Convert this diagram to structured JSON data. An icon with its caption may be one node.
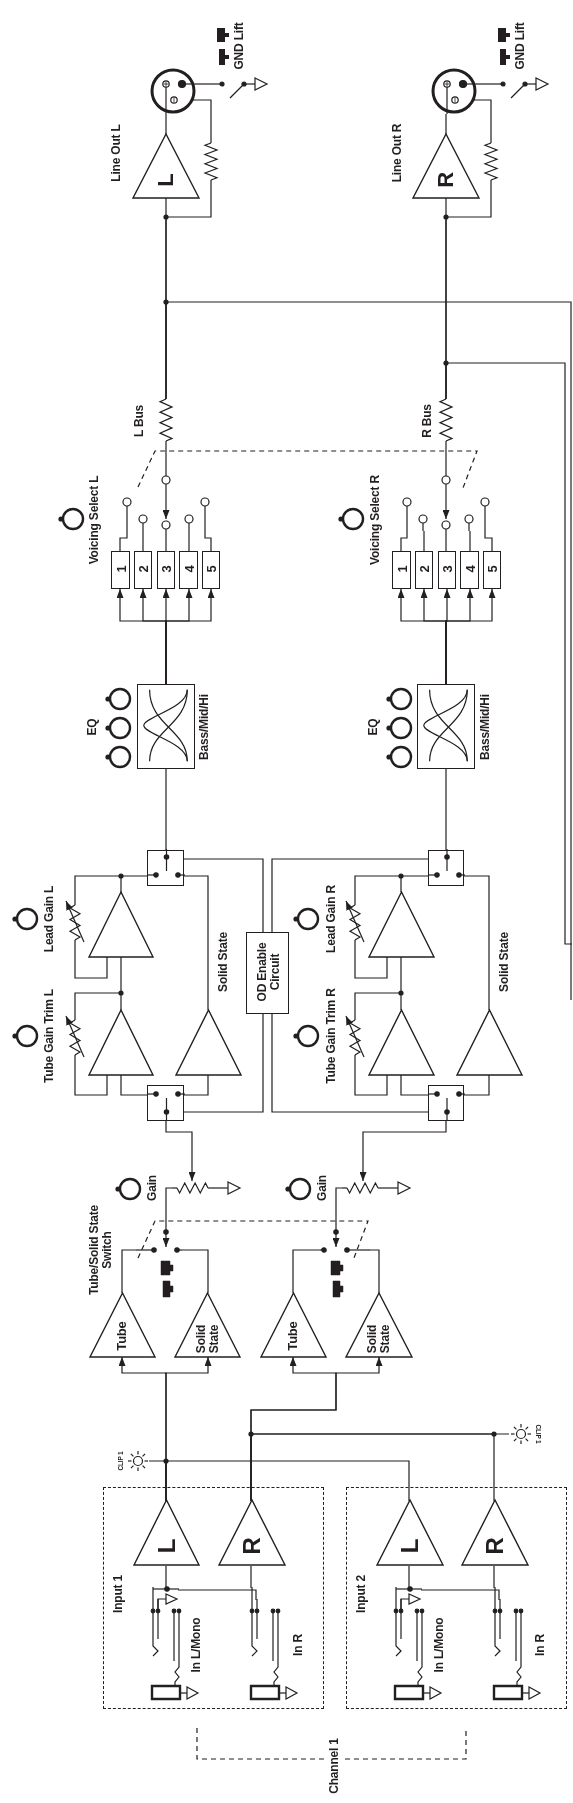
{
  "diagram": {
    "nodes": [
      {
        "text": [
          "Input 1"
        ]
      },
      {
        "text": [
          "L"
        ],
        "in": 0
      },
      {
        "text": [
          "R"
        ],
        "in": 0
      },
      {
        "text": [
          "In L/Mono"
        ],
        "in": 0
      },
      {
        "text": [
          "In R"
        ],
        "in": 0
      },
      {
        "text": [
          "Input 2"
        ]
      },
      {
        "text": [
          "L"
        ],
        "in": 5
      },
      {
        "text": [
          "R"
        ],
        "in": 5
      },
      {
        "text": [
          "In L/Mono"
        ],
        "in": 5
      },
      {
        "text": [
          "In R"
        ],
        "in": 5
      },
      {
        "text": [
          "CLIP 1"
        ]
      },
      {
        "text": [
          "CLIP 1"
        ]
      },
      {
        "text": [
          "Tube"
        ]
      },
      {
        "text": [
          "Solid State"
        ]
      },
      {
        "text": [
          "Tube"
        ]
      },
      {
        "text": [
          "Solid State"
        ]
      },
      {
        "text": [],
        "shape": "switch"
      },
      {
        "text": [],
        "shape": "switch"
      },
      {
        "text": [],
        "shape": "resistor",
        "beside": [
          "Gain"
        ]
      },
      {
        "text": [],
        "shape": "resistor",
        "beside": [
          "Gain"
        ]
      },
      {
        "text": [],
        "shape": "box"
      },
      {
        "text": [],
        "shape": "triangle",
        "beside": [
          "Tube Gain Trim L"
        ]
      },
      {
        "text": [],
        "shape": "triangle",
        "beside": [
          "Lead Gain L"
        ]
      },
      {
        "text": [],
        "shape": "triangle",
        "beside": [
          "Solid State"
        ]
      },
      {
        "text": [],
        "shape": "box"
      },
      {
        "text": [
          "OD Enable Circuit"
        ]
      },
      {
        "text": [],
        "shape": "box"
      },
      {
        "text": [],
        "shape": "triangle",
        "beside": [
          "Tube Gain Trim R"
        ]
      },
      {
        "text": [],
        "shape": "triangle",
        "beside": [
          "Lead Gain R"
        ]
      },
      {
        "text": [],
        "shape": "triangle",
        "beside": [
          "Solid State"
        ]
      },
      {
        "text": [],
        "shape": "box"
      },
      {
        "text": [],
        "shape": "box",
        "beside": [
          "EQ",
          "Bass/Mid/Hi"
        ]
      },
      {
        "text": [],
        "shape": "box",
        "beside": [
          "EQ",
          "Bass/Mid/Hi"
        ]
      },
      {
        "text": [
          "1"
        ]
      },
      {
        "text": [
          "2"
        ]
      },
      {
        "text": [
          "3"
        ]
      },
      {
        "text": [
          "4"
        ]
      },
      {
        "text": [
          "5"
        ]
      },
      {
        "text": [],
        "shape": "switch"
      },
      {
        "text": [
          "1"
        ]
      },
      {
        "text": [
          "2"
        ]
      },
      {
        "text": [
          "3"
        ]
      },
      {
        "text": [
          "4"
        ]
      },
      {
        "text": [
          "5"
        ]
      },
      {
        "text": [],
        "shape": "switch"
      },
      {
        "text": [],
        "shape": "resistor",
        "beside": [
          "L Bus"
        ]
      },
      {
        "text": [],
        "shape": "resistor",
        "beside": [
          "R Bus"
        ]
      },
      {
        "text": [
          "L"
        ],
        "beside": [
          "Line Out L"
        ]
      },
      {
        "text": [
          "R"
        ],
        "beside": [
          "Line Out R"
        ]
      },
      {
        "text": [],
        "shape": "circle"
      },
      {
        "text": [],
        "shape": "circle"
      },
      {
        "text": [],
        "shape": "switch",
        "beside": [
          "GND Lift"
        ]
      },
      {
        "text": [],
        "shape": "switch",
        "beside": [
          "GND Lift"
        ]
      },
      {
        "text": [],
        "shape": "resistor"
      },
      {
        "text": [],
        "shape": "resistor"
      }
    ],
    "edges": [
      {
        "from": 3,
        "to": 1,
        "arrow": "none"
      },
      {
        "from": 4,
        "to": 2,
        "arrow": "none"
      },
      {
        "from": 8,
        "to": 6,
        "arrow": "none"
      },
      {
        "from": 9,
        "to": 7,
        "arrow": "none"
      },
      {
        "from": 1,
        "to": 10,
        "arrow": "none"
      },
      {
        "from": 1,
        "to": 6,
        "arrow": "none"
      },
      {
        "from": 2,
        "to": 11,
        "arrow": "none"
      },
      {
        "from": 2,
        "to": 7,
        "arrow": "none"
      },
      {
        "from": 1,
        "to": 12,
        "arrow": "to"
      },
      {
        "from": 1,
        "to": 13,
        "arrow": "to"
      },
      {
        "from": 2,
        "to": 14,
        "arrow": "to"
      },
      {
        "from": 2,
        "to": 15,
        "arrow": "to"
      },
      {
        "from": 12,
        "to": 16,
        "arrow": "none"
      },
      {
        "from": 13,
        "to": 16,
        "arrow": "none"
      },
      {
        "from": 14,
        "to": 17,
        "arrow": "none"
      },
      {
        "from": 15,
        "to": 17,
        "arrow": "none"
      },
      {
        "from": 16,
        "to": 18,
        "arrow": "none"
      },
      {
        "from": 17,
        "to": 19,
        "arrow": "none"
      },
      {
        "from": 20,
        "to": 18,
        "arrow": "to"
      },
      {
        "from": 26,
        "to": 19,
        "arrow": "to"
      },
      {
        "from": 20,
        "to": 21,
        "arrow": "none"
      },
      {
        "from": 20,
        "to": 23,
        "arrow": "none"
      },
      {
        "from": 21,
        "to": 22,
        "arrow": "none"
      },
      {
        "from": 22,
        "to": 24,
        "arrow": "none"
      },
      {
        "from": 23,
        "to": 24,
        "arrow": "none"
      },
      {
        "from": 24,
        "to": 25,
        "arrow": "none"
      },
      {
        "from": 25,
        "to": 20,
        "arrow": "none"
      },
      {
        "from": 25,
        "to": 30,
        "arrow": "none"
      },
      {
        "from": 25,
        "to": 26,
        "arrow": "none"
      },
      {
        "from": 26,
        "to": 27,
        "arrow": "none"
      },
      {
        "from": 26,
        "to": 29,
        "arrow": "none"
      },
      {
        "from": 27,
        "to": 28,
        "arrow": "none"
      },
      {
        "from": 28,
        "to": 30,
        "arrow": "none"
      },
      {
        "from": 29,
        "to": 30,
        "arrow": "none"
      },
      {
        "from": 24,
        "to": 31,
        "arrow": "none"
      },
      {
        "from": 30,
        "to": 32,
        "arrow": "none"
      },
      {
        "from": 31,
        "to": 33,
        "arrow": "to"
      },
      {
        "from": 31,
        "to": 34,
        "arrow": "to"
      },
      {
        "from": 31,
        "to": 35,
        "arrow": "to"
      },
      {
        "from": 31,
        "to": 36,
        "arrow": "to"
      },
      {
        "from": 31,
        "to": 37,
        "arrow": "to"
      },
      {
        "from": 32,
        "to": 39,
        "arrow": "to"
      },
      {
        "from": 32,
        "to": 40,
        "arrow": "to"
      },
      {
        "from": 32,
        "to": 41,
        "arrow": "to"
      },
      {
        "from": 32,
        "to": 42,
        "arrow": "to"
      },
      {
        "from": 32,
        "to": 43,
        "arrow": "to"
      },
      {
        "from": 33,
        "to": 38,
        "arrow": "none"
      },
      {
        "from": 34,
        "to": 38,
        "arrow": "none"
      },
      {
        "from": 35,
        "to": 38,
        "arrow": "none"
      },
      {
        "from": 36,
        "to": 38,
        "arrow": "none"
      },
      {
        "from": 37,
        "to": 38,
        "arrow": "none"
      },
      {
        "from": 39,
        "to": 44,
        "arrow": "none"
      },
      {
        "from": 40,
        "to": 44,
        "arrow": "none"
      },
      {
        "from": 41,
        "to": 44,
        "arrow": "none"
      },
      {
        "from": 42,
        "to": 44,
        "arrow": "none"
      },
      {
        "from": 43,
        "to": 44,
        "arrow": "none"
      },
      {
        "from": 38,
        "to": 45,
        "arrow": "none"
      },
      {
        "from": 44,
        "to": 46,
        "arrow": "none"
      },
      {
        "from": 45,
        "to": 47,
        "arrow": "none"
      },
      {
        "from": 46,
        "to": 48,
        "arrow": "none"
      },
      {
        "from": 47,
        "to": 49,
        "arrow": "none"
      },
      {
        "from": 48,
        "to": 50,
        "arrow": "none"
      },
      {
        "from": 49,
        "to": 51,
        "arrow": "none"
      },
      {
        "from": 50,
        "to": 52,
        "arrow": "none"
      },
      {
        "from": 45,
        "to": null,
        "arrow": "none"
      },
      {
        "from": 46,
        "to": null,
        "arrow": "none"
      },
      {
        "from": 16,
        "to": 17,
        "arrow": "none",
        "style": "dashed"
      },
      {
        "from": 38,
        "to": 44,
        "arrow": "none",
        "style": "dashed"
      },
      {
        "from": 3,
        "to": 4,
        "arrow": "none"
      },
      {
        "from": 8,
        "to": 9,
        "arrow": "none"
      },
      {
        "from": 45,
        "to": 53,
        "arrow": "none"
      },
      {
        "from": 53,
        "to": 49,
        "arrow": "none"
      },
      {
        "from": 46,
        "to": 54,
        "arrow": "none"
      },
      {
        "from": 54,
        "to": 50,
        "arrow": "none"
      }
    ],
    "labels": [
      "Voicing Select L",
      "Voicing Select R",
      "Tube/Solid State Switch",
      "Channel 1"
    ]
  }
}
